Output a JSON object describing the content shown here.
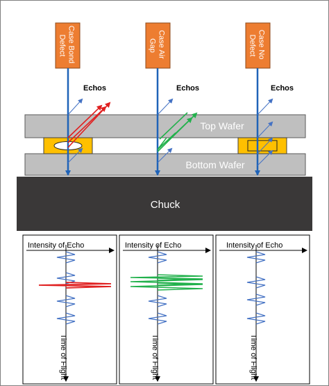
{
  "probes": [
    {
      "label": "Case Bond Defect"
    },
    {
      "label": "Case Air Gap"
    },
    {
      "label": "Case No Defect"
    }
  ],
  "echos_label": "Echos",
  "layers": {
    "top_wafer": "Top Wafer",
    "bottom_wafer": "Bottom Wafer",
    "chuck": "Chuck"
  },
  "graphs": {
    "x_axis_label": "Intensity of Echo",
    "y_axis_label": "Time of Flight"
  },
  "colors": {
    "probe_fill": "#ED7D31",
    "wafer_fill": "#BFBFBF",
    "chuck_fill": "#3A3838",
    "bond_fill": "#FFC000",
    "beam": "#1F63B8",
    "echo": "#4472C4",
    "defect_echo": "#E02020",
    "airgap_echo": "#22B14C"
  }
}
